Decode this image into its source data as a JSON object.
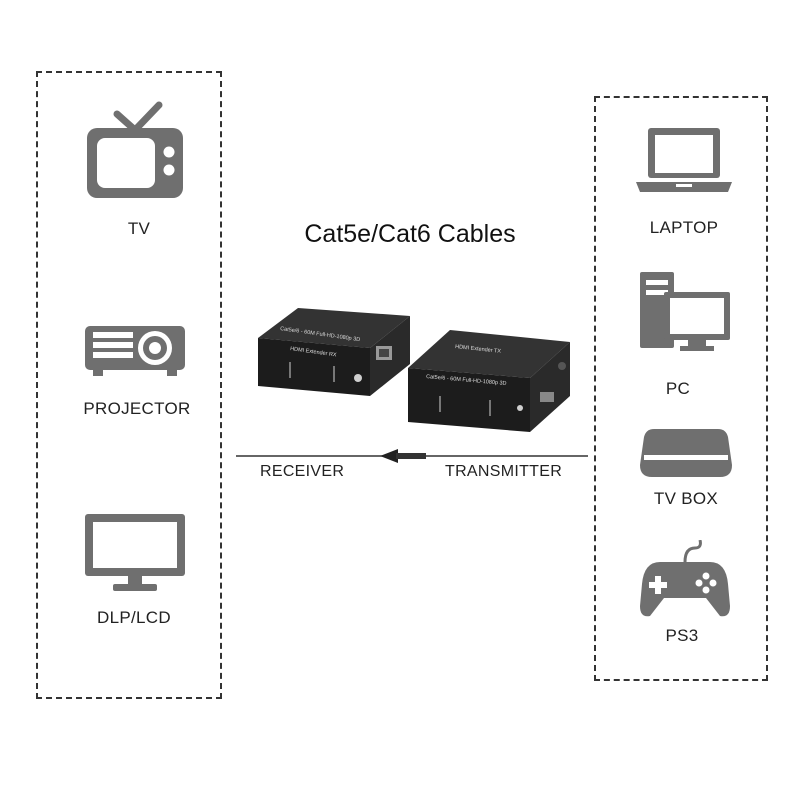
{
  "title": "Cat5e/Cat6 Cables",
  "left_devices": [
    {
      "label": "TV",
      "icon": "tv-icon"
    },
    {
      "label": "PROJECTOR",
      "icon": "projector-icon"
    },
    {
      "label": "DLP/LCD",
      "icon": "monitor-icon"
    }
  ],
  "right_devices": [
    {
      "label": "LAPTOP",
      "icon": "laptop-icon"
    },
    {
      "label": "PC",
      "icon": "pc-icon"
    },
    {
      "label": "TV BOX",
      "icon": "tv-box-icon"
    },
    {
      "label": "PS3",
      "icon": "gamepad-icon"
    }
  ],
  "flow": {
    "receiver_label": "RECEIVER",
    "transmitter_label": "TRANSMITTER",
    "arrow_icon": "arrow-left-icon"
  },
  "device_labels": {
    "receiver_top": "Cat5e/6 - 60M  Full-HD-1080p 3D",
    "receiver_side": "HDMI  Extender  RX",
    "transmitter_top": "HDMI  Extender  TX",
    "transmitter_side": "Cat5e/6 - 60M  Full-HD-1080p 3D"
  },
  "colors": {
    "icon_gray": "#6f6f6f",
    "device_black": "#1c1c1c",
    "border": "#333333"
  }
}
